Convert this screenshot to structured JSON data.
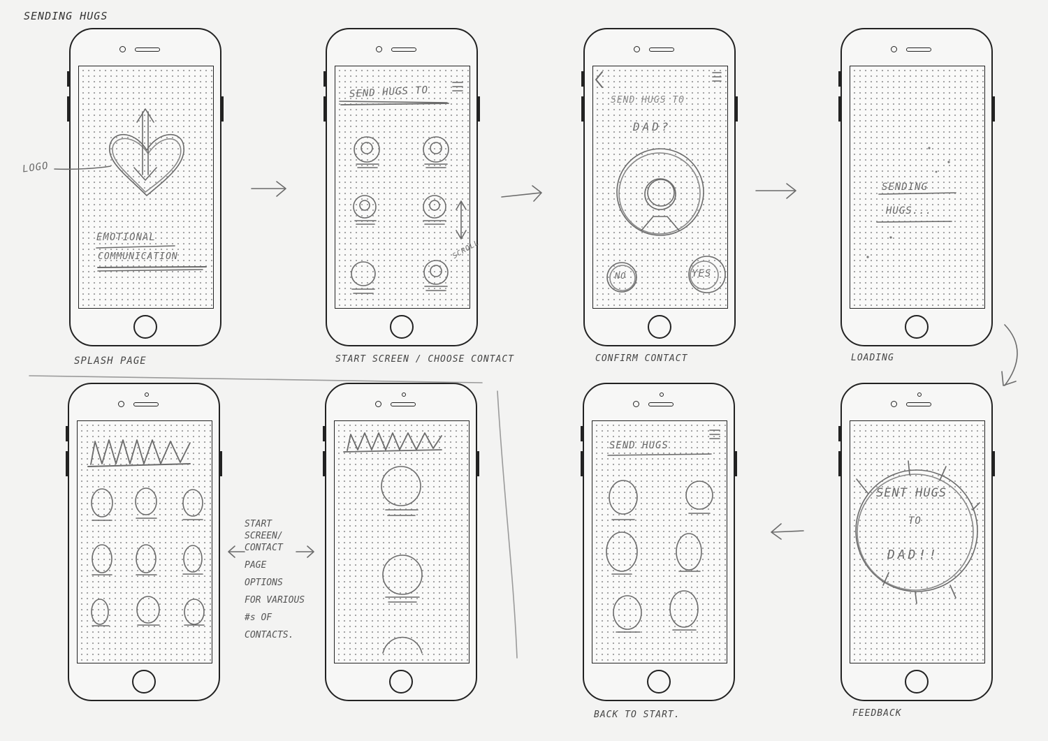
{
  "sheet": {
    "title": "SENDING HUGS"
  },
  "screens": [
    {
      "caption": "SPLASH PAGE"
    },
    {
      "caption": "START SCREEN / CHOOSE CONTACT"
    },
    {
      "caption": "CONFIRM CONTACT"
    },
    {
      "caption": "LOADING"
    },
    {
      "caption": ""
    },
    {
      "caption": ""
    },
    {
      "caption": "BACK TO START."
    },
    {
      "caption": "FEEDBACK"
    }
  ],
  "annotations": {
    "logo_label": "LOGO",
    "splash_line1": "EMOTIONAL",
    "splash_line2": "COMMUNICATION",
    "send_hugs_to": "SEND HUGS TO",
    "confirm_title": "SEND HUGS TO",
    "confirm_name": "DAD?",
    "no_button": "NO",
    "yes_button": "YES",
    "scroll_label": "SCROLL",
    "loading_line1": "SENDING",
    "loading_line2": "HUGS...",
    "send_hugs_short": "SEND HUGS",
    "feedback_line1": "SENT HUGS",
    "feedback_line2": "TO",
    "feedback_line3": "DAD!!",
    "options_note": [
      "START",
      "SCREEN/",
      "CONTACT",
      "PAGE",
      "OPTIONS",
      "FOR VARIOUS",
      "#s OF",
      "CONTACTS."
    ]
  },
  "colors": {
    "ink": "#222222",
    "pencil": "#6a6a6a",
    "paper": "#f3f3f2"
  }
}
